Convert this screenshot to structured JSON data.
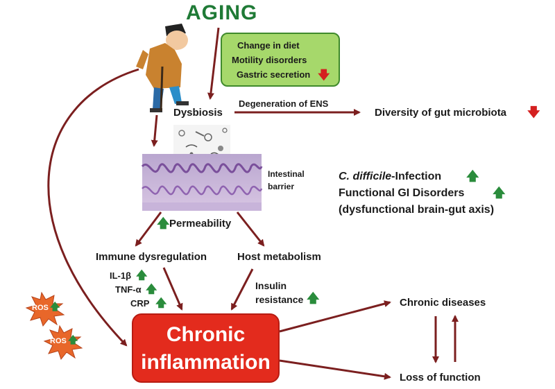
{
  "title": "AGING",
  "green_box": {
    "lines": [
      "Change in diet",
      "Motility disorders",
      "Gastric secretion"
    ]
  },
  "nodes": {
    "dysbiosis": "Dysbiosis",
    "ens": "Degeneration of ENS",
    "diversity": "Diversity of gut microbiota",
    "intestinal_barrier_1": "Intestinal",
    "intestinal_barrier_2": "barrier",
    "permeability": "Permeability",
    "immune": "Immune dysregulation",
    "host": "Host metabolism",
    "il1b": "IL-1β",
    "tnfa": "TNF-α",
    "crp": "CRP",
    "insulin_1": "Insulin",
    "insulin_2": "resistance",
    "chronic_1": "Chronic",
    "chronic_2": "inflammation",
    "chronic_diseases": "Chronic diseases",
    "loss_function": "Loss of function",
    "ros": "ROS"
  },
  "side_text": {
    "cdiff_italic": "C. difficile",
    "cdiff_rest": "-Infection",
    "gi": "Functional GI Disorders",
    "brain_gut": "(dysfunctional brain-gut axis)"
  },
  "colors": {
    "arrow": "#7b1f1f",
    "up": "#2a8c3c",
    "down": "#d42020",
    "green_box": "#a6d86b",
    "red_box": "#e32b1d",
    "title": "#1f7a36"
  },
  "icons": [
    "elderly-man-icon",
    "microbiota-micrograph",
    "intestinal-tissue-micrograph",
    "up-arrow-icon",
    "down-arrow-icon",
    "starburst-icon"
  ]
}
